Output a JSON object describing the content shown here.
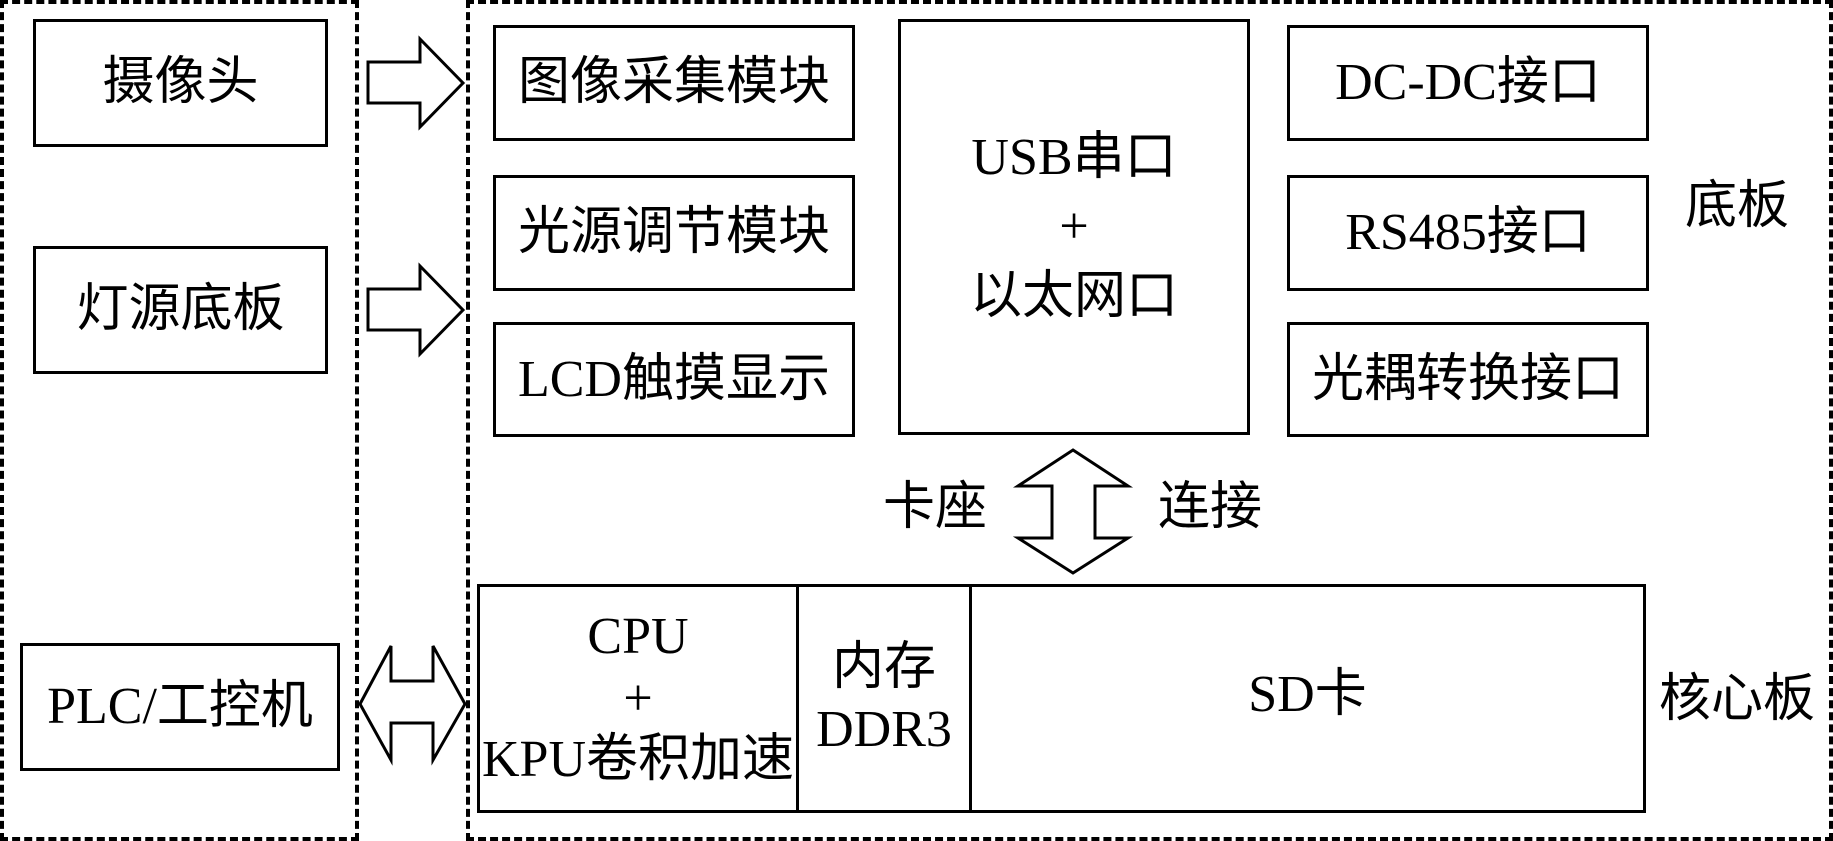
{
  "left_group": {
    "name": "external-devices",
    "blocks": [
      {
        "label": "摄像头"
      },
      {
        "label": "灯源底板"
      },
      {
        "label": "PLC/工控机"
      }
    ]
  },
  "base_board": {
    "title": "底板",
    "left_modules": [
      {
        "label": "图像采集模块"
      },
      {
        "label": "光源调节模块"
      },
      {
        "label": "LCD触摸显示"
      }
    ],
    "center_module": {
      "lines": [
        "USB串口",
        "+",
        "以太网口"
      ]
    },
    "right_modules": [
      {
        "label": "DC-DC接口"
      },
      {
        "label": "RS485接口"
      },
      {
        "label": "光耦转换接口"
      }
    ]
  },
  "connector": {
    "left_label": "卡座",
    "right_label": "连接"
  },
  "core_board": {
    "title": "核心板",
    "cells": [
      {
        "lines": [
          "CPU",
          "+",
          "KPU卷积加速"
        ]
      },
      {
        "lines": [
          "内存",
          "DDR3"
        ]
      },
      {
        "lines": [
          "SD卡"
        ]
      }
    ]
  },
  "arrows": [
    {
      "from": "摄像头",
      "to": "图像采集模块",
      "type": "one-way"
    },
    {
      "from": "灯源底板",
      "to": "光源调节模块",
      "type": "one-way"
    },
    {
      "from": "PLC/工控机",
      "to": "核心板",
      "type": "two-way"
    },
    {
      "from": "底板",
      "to": "核心板",
      "type": "two-way"
    }
  ]
}
